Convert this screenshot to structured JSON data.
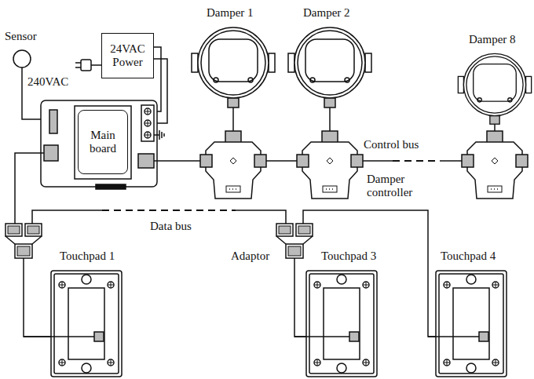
{
  "diagram": {
    "nodes": [
      {
        "text": [
          "24VAC Power"
        ]
      },
      {
        "text": [
          "Main board"
        ]
      }
    ],
    "labels": [
      "Sensor",
      "240VAC",
      "Damper 1",
      "Damper 2",
      "Damper 8",
      "Control bus",
      "Damper controller",
      "Data bus",
      "Touchpad 1",
      "Adaptor",
      "Touchpad 3",
      "Touchpad 4"
    ]
  }
}
